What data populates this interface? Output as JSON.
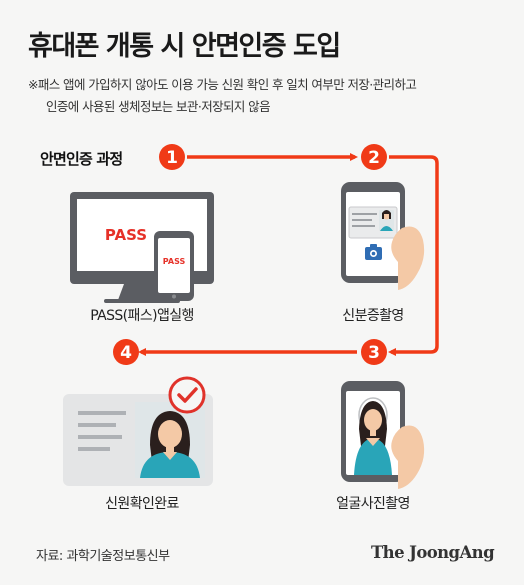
{
  "title": "휴대폰 개통 시 안면인증 도입",
  "note": {
    "line1": "※패스 앱에 가입하지 않아도 이용 가능 신원 확인 후 일치 여부만 저장·관리하고",
    "line2": "인증에 사용된 생체정보는 보관·저장되지 않음"
  },
  "process_label": "안면인증 과정",
  "steps": [
    {
      "number": "1",
      "caption": "PASS(패스)앱실행"
    },
    {
      "number": "2",
      "caption": "신분증촬영"
    },
    {
      "number": "3",
      "caption": "얼굴사진촬영"
    },
    {
      "number": "4",
      "caption": "신원확인완료"
    }
  ],
  "pass_monitor_text": "PASS",
  "pass_phone_text": "PASS",
  "source": "자료: 과학기술정보통신부",
  "brand": "The JoongAng",
  "colors": {
    "accent": "#f03a17",
    "device_dark": "#5b5d62",
    "skin": "#f4c9a6",
    "hair": "#2a1f1d",
    "shirt": "#29a5b8"
  }
}
